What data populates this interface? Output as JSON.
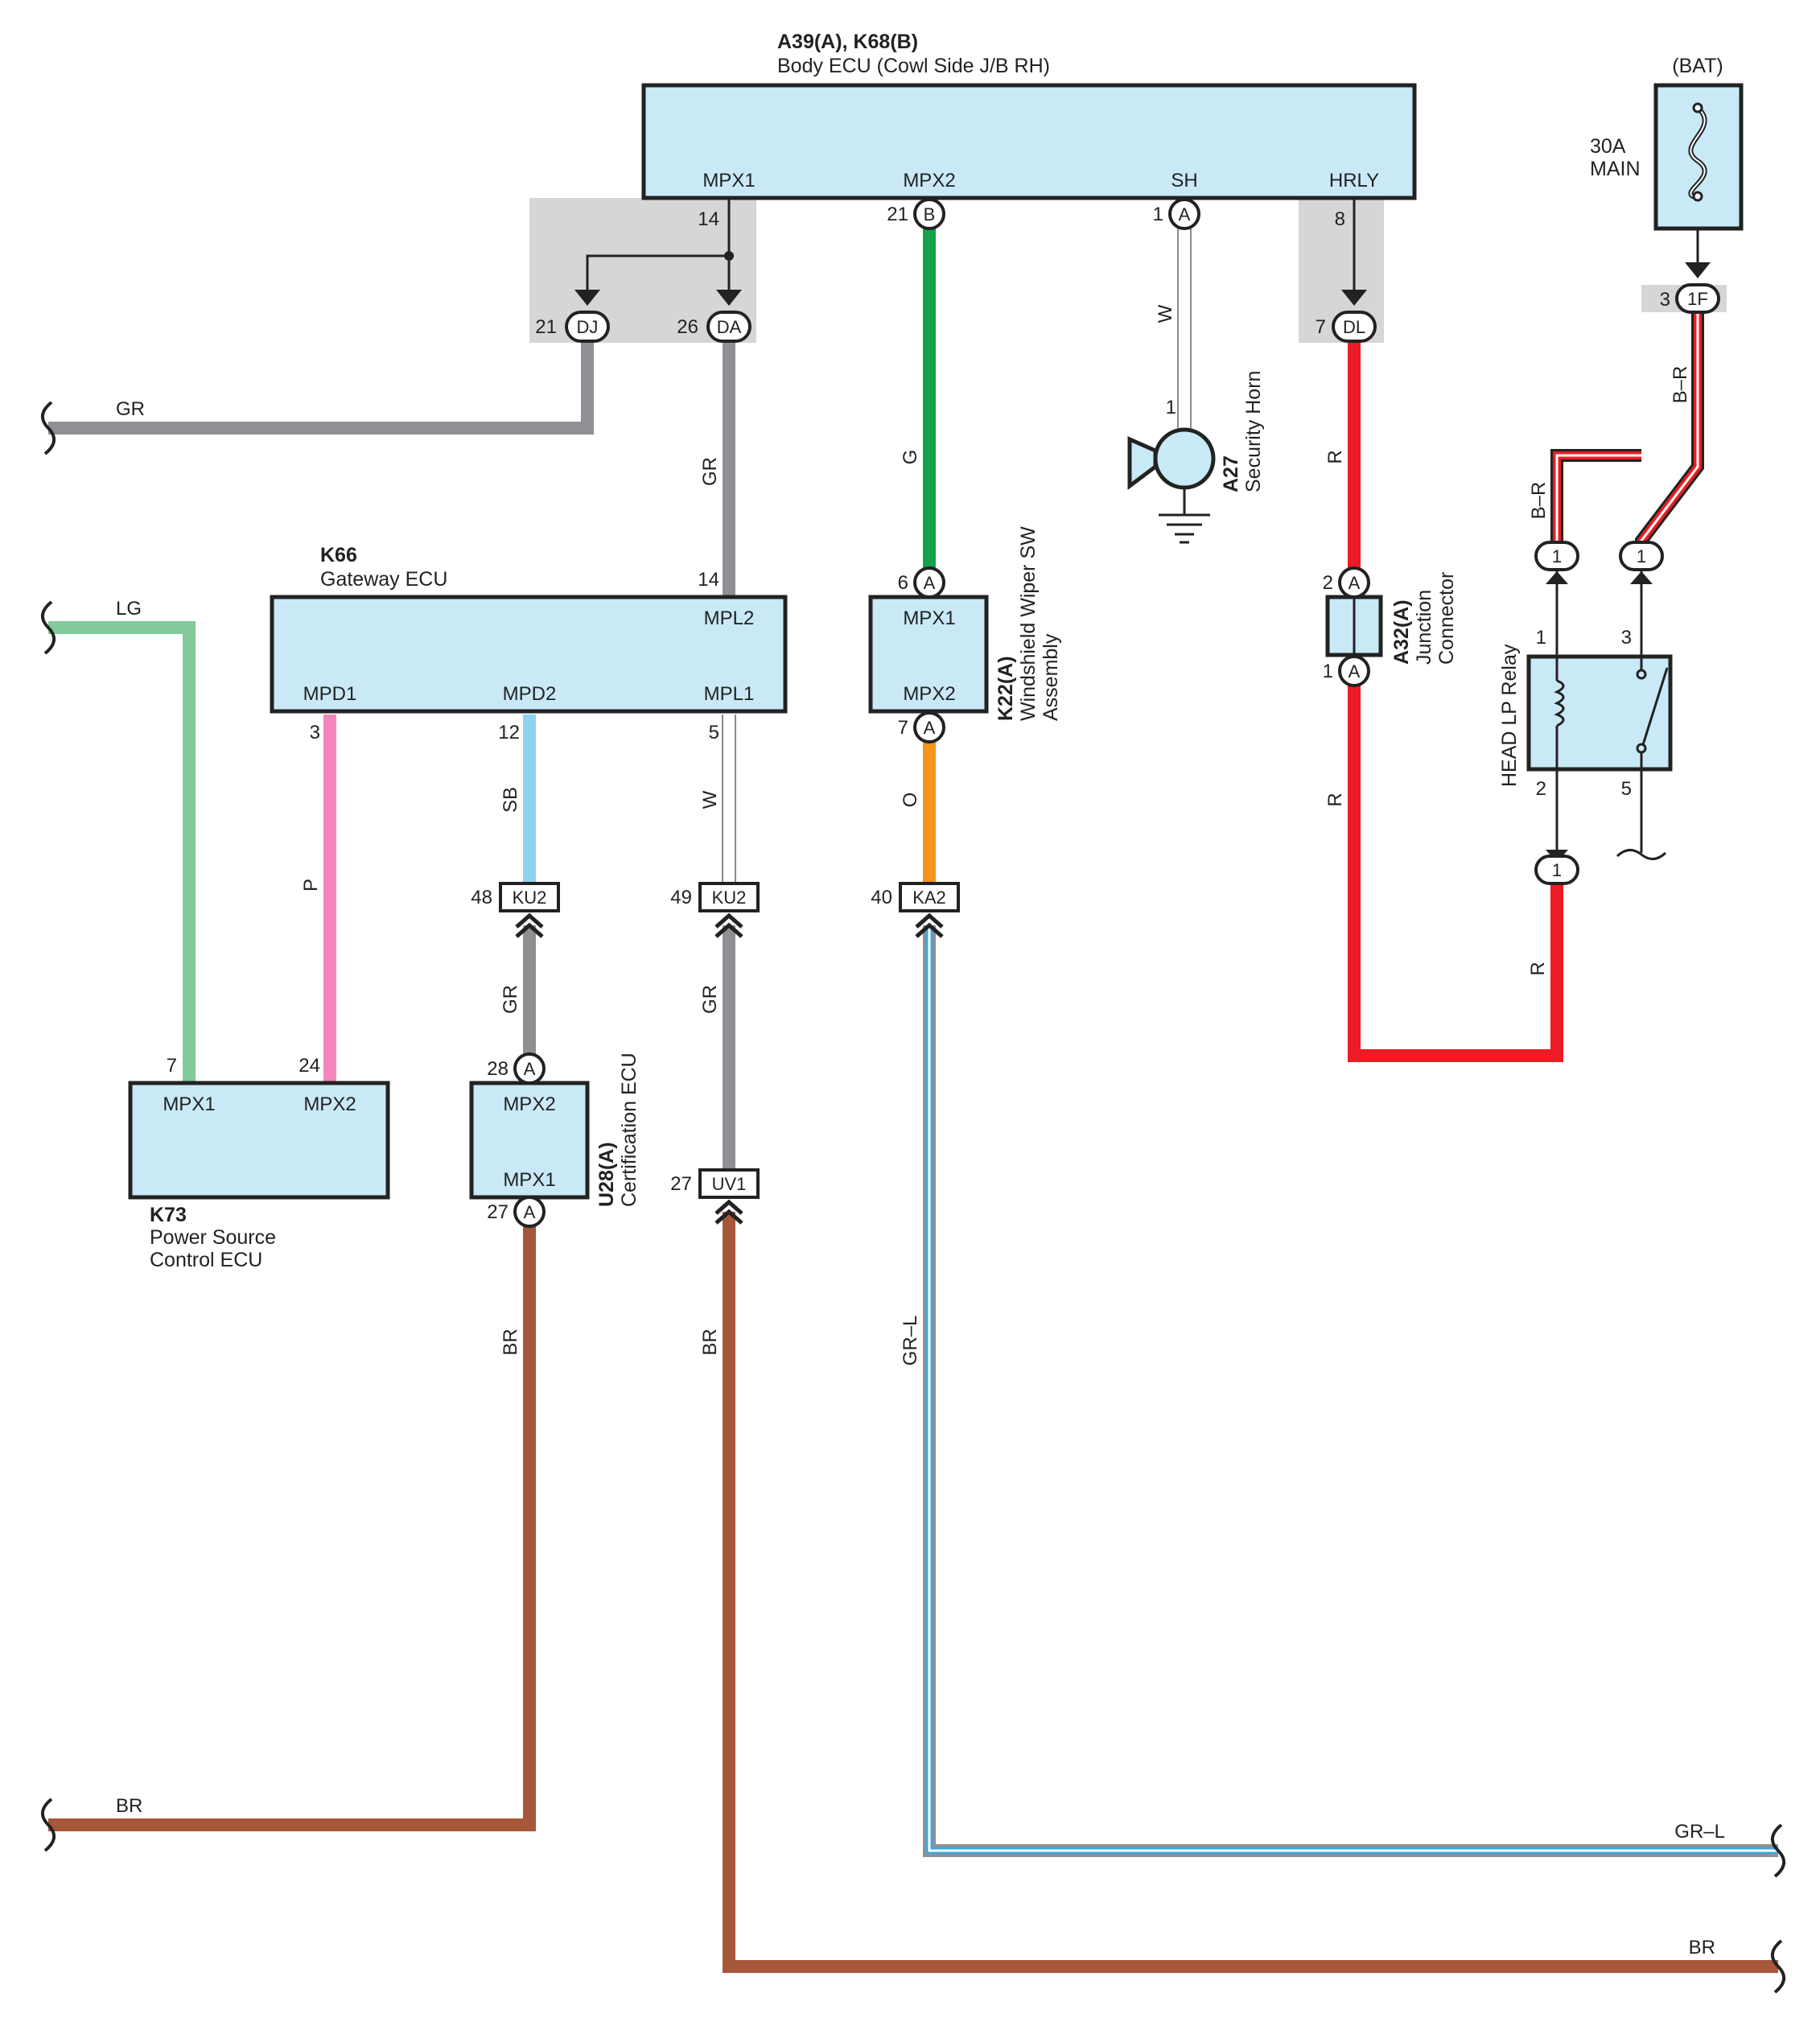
{
  "components": {
    "body_ecu": {
      "code": "A39(A), K68(B)",
      "name": "Body ECU (Cowl Side J/B RH)",
      "pins": [
        "MPX1",
        "MPX2",
        "SH",
        "HRLY"
      ]
    },
    "gateway_ecu": {
      "code": "K66",
      "name": "Gateway ECU",
      "pins": [
        "MPL2",
        "MPD1",
        "MPD2",
        "MPL1"
      ]
    },
    "power_source_ecu": {
      "code": "K73",
      "name_line1": "Power Source",
      "name_line2": "Control ECU",
      "pins": [
        "MPX1",
        "MPX2"
      ]
    },
    "certification_ecu": {
      "code": "U28(A)",
      "name": "Certification ECU",
      "pins": [
        "MPX2",
        "MPX1"
      ]
    },
    "wiper_sw": {
      "code": "K22(A)",
      "name_line1": "Windshield Wiper SW",
      "name_line2": "Assembly",
      "pins": [
        "MPX1",
        "MPX2"
      ]
    },
    "security_horn": {
      "code": "A27",
      "name": "Security Horn"
    },
    "junction_connector": {
      "code": "A32(A)",
      "name_line1": "Junction",
      "name_line2": "Connector"
    },
    "head_lp_relay": {
      "name": "HEAD LP Relay"
    },
    "fuse": {
      "source": "(BAT)",
      "rating": "30A",
      "name": "MAIN"
    }
  },
  "pin_numbers": {
    "body_mpx1": "14",
    "body_mpx2": "21",
    "body_sh": "1",
    "body_hrly": "8",
    "dj": "21",
    "da": "26",
    "dl": "7",
    "gw_mpl2": "14",
    "gw_mpd1": "3",
    "gw_mpd2": "12",
    "gw_mpl1": "5",
    "ku2_a": "48",
    "ku2_b": "49",
    "ka2": "40",
    "wiper_mpx1": "6",
    "wiper_mpx2": "7",
    "ps_mpx1": "7",
    "ps_mpx2": "24",
    "cert_mpx2": "28",
    "cert_mpx1": "27",
    "uv1": "27",
    "horn": "1",
    "jc_top": "2",
    "jc_bottom": "1",
    "relay_1": "1",
    "relay_2": "2",
    "relay_3": "3",
    "relay_5": "5",
    "fuse_1f": "3"
  },
  "connector_ids": {
    "A": "A",
    "B": "B",
    "DJ": "DJ",
    "DA": "DA",
    "DL": "DL",
    "KU2": "KU2",
    "KA2": "KA2",
    "UV1": "UV1",
    "1F": "1F",
    "one": "1"
  },
  "wire_colors": {
    "GR": "GR",
    "LG": "LG",
    "P": "P",
    "SB": "SB",
    "W": "W",
    "G": "G",
    "O": "O",
    "R": "R",
    "BR": "BR",
    "GR_L": "GR–L",
    "B_R": "B–R"
  },
  "colors": {
    "component_fill": "#c9e9f7",
    "shield_fill": "#d6d6d6",
    "gray_wire": "#8f9093",
    "green_wire": "#13a24a",
    "lg_wire": "#82c99b",
    "pink_wire": "#f287be",
    "sb_wire": "#8fd3f2",
    "orange_wire": "#f7941d",
    "red_wire": "#ec1c24",
    "brown_wire": "#a6573a",
    "blue_stripe": "#3aa9de"
  }
}
